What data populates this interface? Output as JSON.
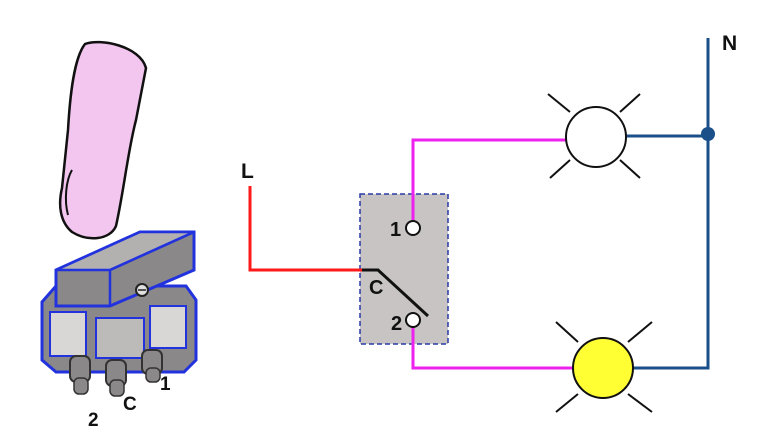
{
  "diagram": {
    "labels": {
      "line": "L",
      "neutral": "N",
      "common": "C",
      "terminal_1": "1",
      "terminal_2": "2",
      "device_terminal_1": "1",
      "device_terminal_2": "2",
      "device_common": "C"
    },
    "colors": {
      "line_wire": "#ff1a1a",
      "switched_wire": "#ee22ee",
      "neutral_wire": "#1a4f8a",
      "switch_box_fill": "#c8c4c4",
      "switch_box_border": "#2a3aa8",
      "lamp_on": "#ffff33",
      "lamp_off": "#ffffff",
      "finger": "#f3c6ef",
      "device_body": "#8a8888",
      "device_outline": "#2233dd"
    },
    "lamps": [
      {
        "name": "upper-lamp",
        "state": "off"
      },
      {
        "name": "lower-lamp",
        "state": "on"
      }
    ],
    "icons": [
      "finger-icon",
      "switch-device-icon",
      "lamp-icon",
      "junction-dot"
    ]
  }
}
